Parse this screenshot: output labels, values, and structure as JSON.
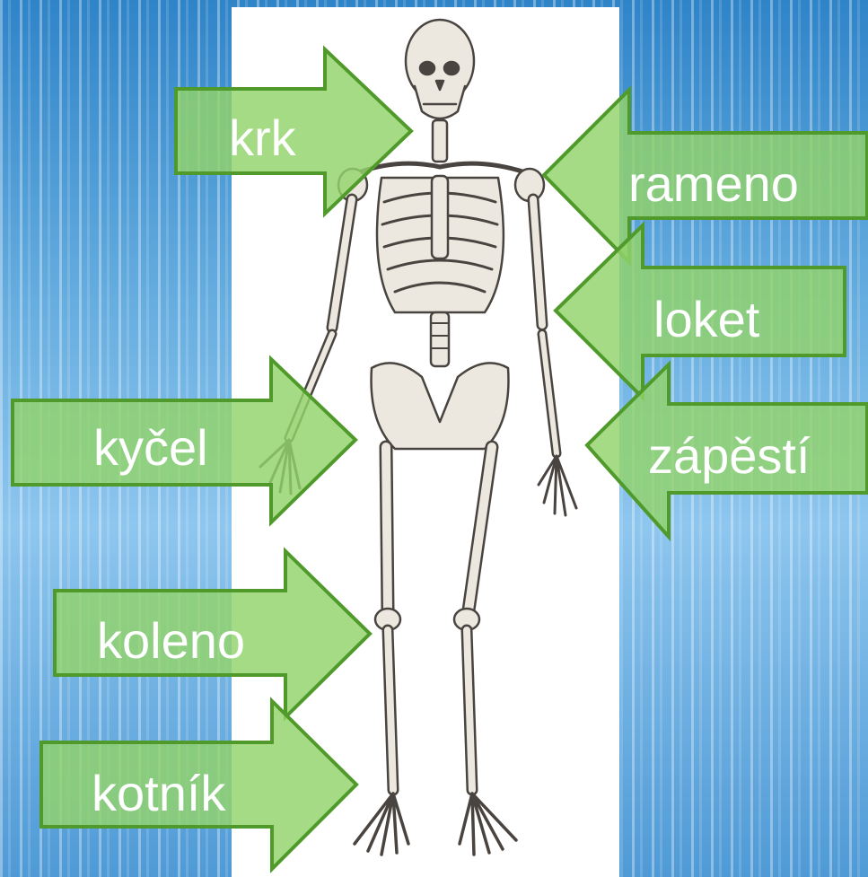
{
  "colors": {
    "arrow_fill": "#93d36a",
    "arrow_stroke": "#4f9a2a",
    "panel": "#ffffff",
    "bone": "#ece8e0",
    "bone_line": "#4a4440"
  },
  "labels": {
    "krk": "krk",
    "rameno": "rameno",
    "loket": "loket",
    "kycel": "kyčel",
    "zapesti": "zápěstí",
    "koleno": "koleno",
    "kotnik": "kotník"
  }
}
